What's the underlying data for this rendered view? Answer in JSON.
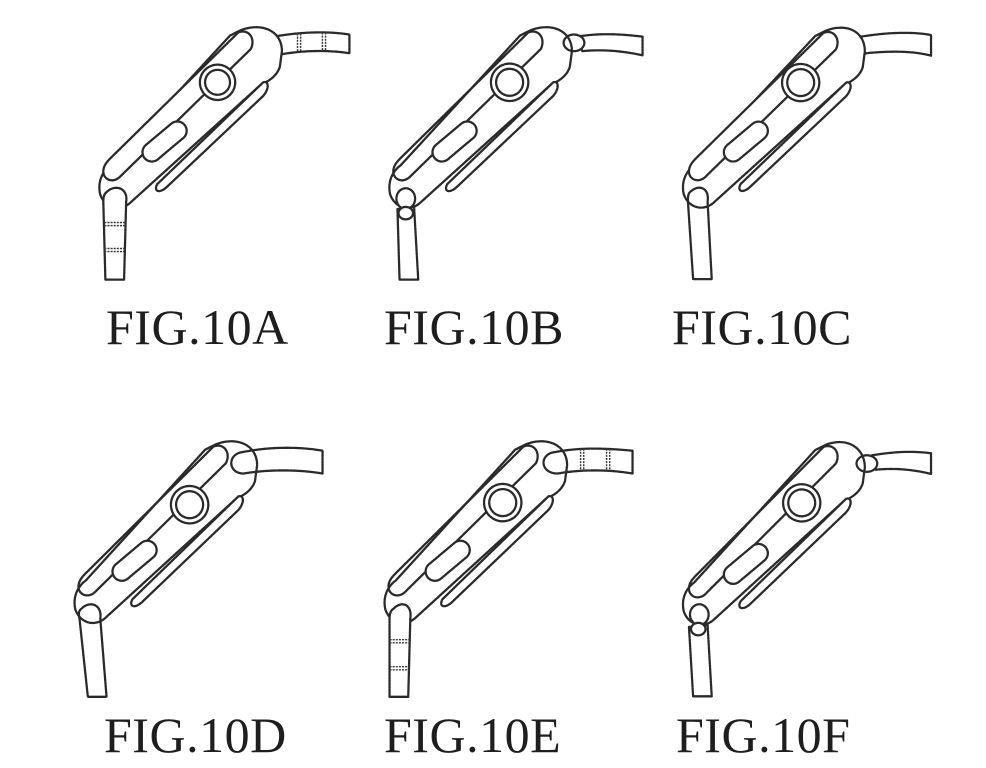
{
  "sheet": {
    "description": "Patent drawing sheet showing six side views of a wrist watch case with crown, side button and attached band, differing by surface shading pattern"
  },
  "figures": [
    {
      "id": "10A",
      "label": "FIG.10A",
      "case_pattern": "none",
      "band_pattern": "banded-stripes",
      "connector": "plain"
    },
    {
      "id": "10B",
      "label": "FIG.10B",
      "case_pattern": "vertical-lines",
      "band_pattern": "plain",
      "connector": "loop-link"
    },
    {
      "id": "10C",
      "label": "FIG.10C",
      "case_pattern": "none",
      "band_pattern": "diagonal-hatch",
      "connector": "plain"
    },
    {
      "id": "10D",
      "label": "FIG.10D",
      "case_pattern": "dense-stipple",
      "band_pattern": "crosshatch",
      "connector": "plain"
    },
    {
      "id": "10E",
      "label": "FIG.10E",
      "case_pattern": "dot-stipple",
      "band_pattern": "banded-stripes",
      "connector": "plain"
    },
    {
      "id": "10F",
      "label": "FIG.10F",
      "case_pattern": "grid",
      "band_pattern": "plain",
      "connector": "loop-link"
    }
  ],
  "colors": {
    "background": "#ffffff",
    "ink": "#2a2a2a"
  }
}
